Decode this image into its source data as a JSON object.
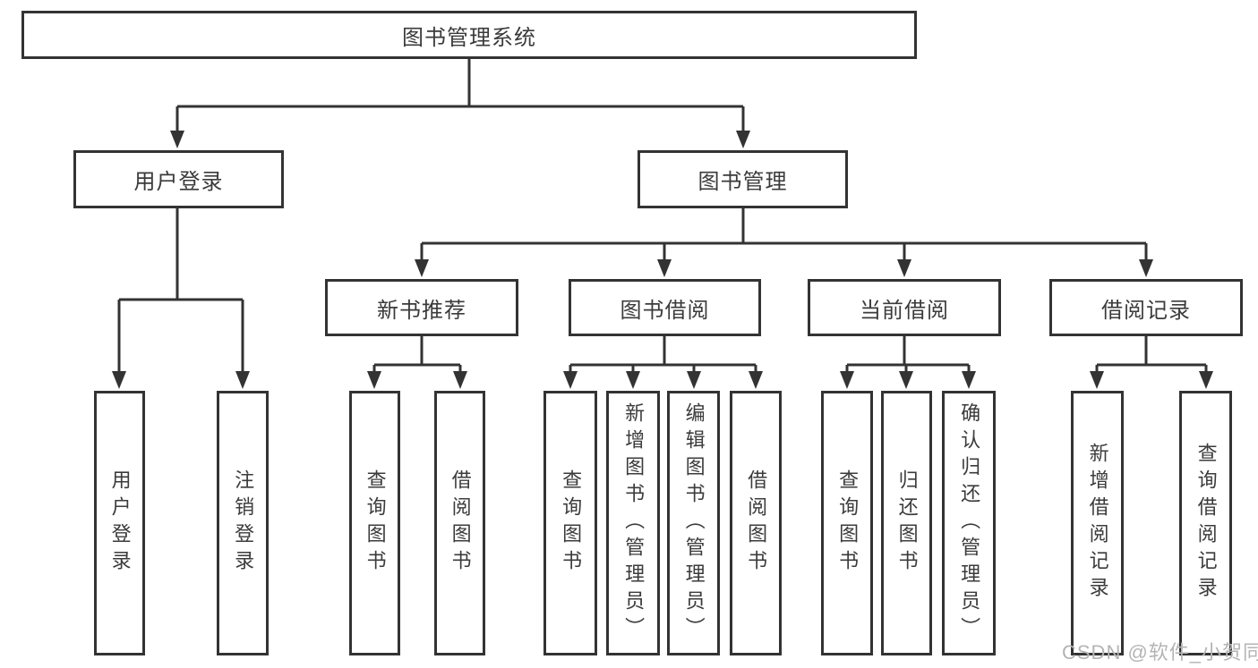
{
  "colors": {
    "line": "#333333",
    "text": "#3b3b3b",
    "background": "#ffffff",
    "watermark": "#b4b4b4"
  },
  "watermark": {
    "text": "CSDN @软件_小贺同学"
  },
  "tree": {
    "root": {
      "label": "图书管理系统",
      "children": [
        {
          "label": "用户登录",
          "children": [
            {
              "label": "用户登录"
            },
            {
              "label": "注销登录"
            }
          ]
        },
        {
          "label": "图书管理",
          "children": [
            {
              "label": "新书推荐",
              "children": [
                {
                  "label": "查询图书"
                },
                {
                  "label": "借阅图书"
                }
              ]
            },
            {
              "label": "图书借阅",
              "children": [
                {
                  "label": "查询图书"
                },
                {
                  "label": "新增图书（管理员）"
                },
                {
                  "label": "编辑图书（管理员）"
                },
                {
                  "label": "借阅图书"
                }
              ]
            },
            {
              "label": "当前借阅",
              "children": [
                {
                  "label": "查询图书"
                },
                {
                  "label": "归还图书"
                },
                {
                  "label": "确认归还（管理员）"
                }
              ]
            },
            {
              "label": "借阅记录",
              "children": [
                {
                  "label": "新增借阅记录"
                },
                {
                  "label": "查询借阅记录"
                }
              ]
            }
          ]
        }
      ]
    }
  }
}
